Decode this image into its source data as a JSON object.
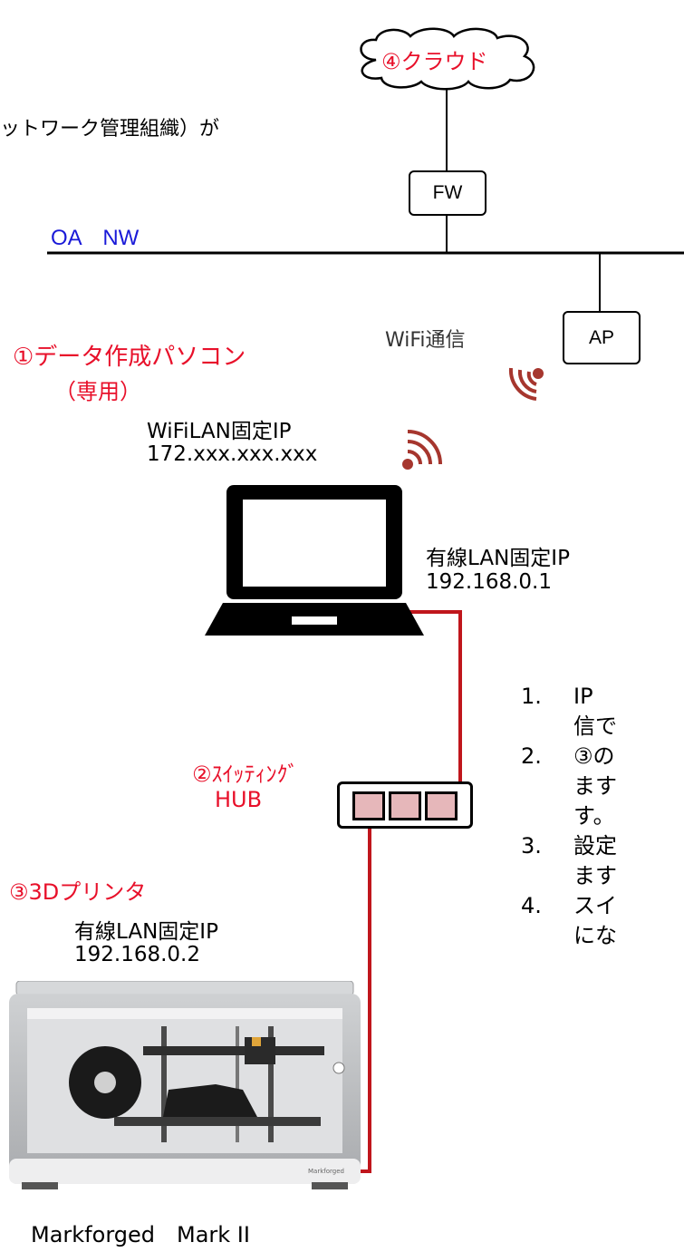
{
  "header_fragment": "ットワーク管理組織）が",
  "cloud": {
    "label": "④クラウド"
  },
  "fw": {
    "label": "FW"
  },
  "network": {
    "label": "OA　NW"
  },
  "ap": {
    "label": "AP"
  },
  "wifi_comm": {
    "label": "WiFi通信"
  },
  "pc": {
    "title": "①データ作成パソコン",
    "subtitle": "（専用）",
    "wifi_ip_label": "WiFiLAN固定IP",
    "wifi_ip": "172.xxx.xxx.xxx",
    "wired_ip_label": "有線LAN固定IP",
    "wired_ip": "192.168.0.1"
  },
  "hub": {
    "title_line1": "②ｽｲｯﾃｨﾝｸﾞ",
    "title_line2": "HUB"
  },
  "printer": {
    "title": "③3Dプリンタ",
    "ip_label": "有線LAN固定IP",
    "ip": "192.168.0.2",
    "model": "Markforged　Mark II",
    "brand_mark": "Markforged"
  },
  "steps": [
    {
      "num": "1.",
      "line1": "IP",
      "line2": "信で"
    },
    {
      "num": "2.",
      "line1": "③の",
      "line2": "ます",
      "line3": "す。"
    },
    {
      "num": "3.",
      "line1": "設定",
      "line2": "ます"
    },
    {
      "num": "4.",
      "line1": "スイ",
      "line2": "にな"
    }
  ],
  "colors": {
    "red_text": "#e8102a",
    "blue_text": "#1a1ad8",
    "cable": "#c0161c",
    "hub_port": "#e6b7ba",
    "wifi_icon": "#a6362e"
  }
}
